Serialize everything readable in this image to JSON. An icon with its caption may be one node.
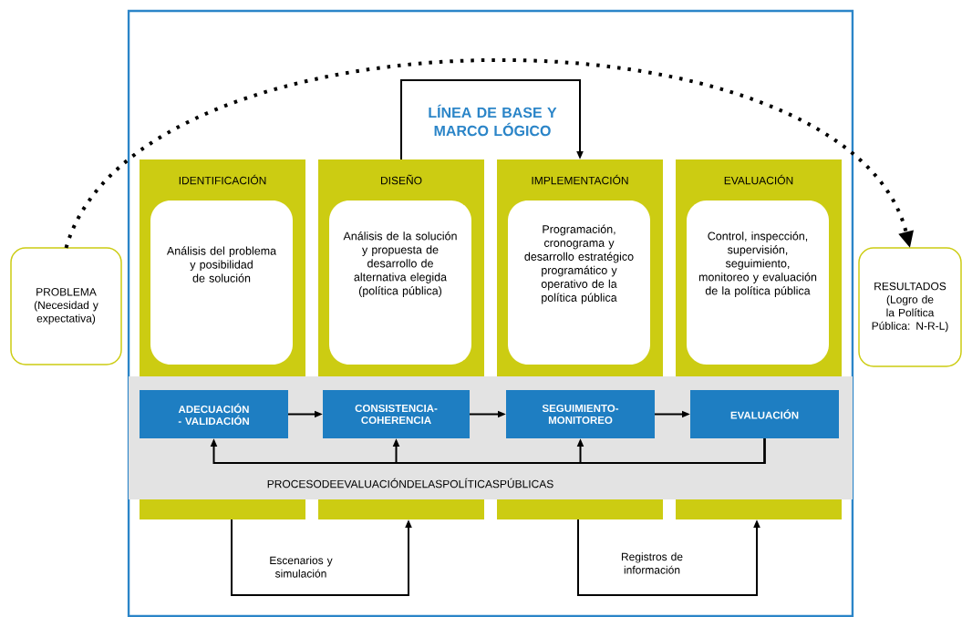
{
  "diagram": {
    "nodes": [
      {
        "text": [
          "PROBLEMA (Necesidad y expectativa)"
        ]
      },
      {
        "text": [],
        "shape": "box"
      },
      {
        "text": [
          "IDENTIFICACIÓN"
        ],
        "in": 1
      },
      {
        "text": [
          "Análisis del problema y posibilidad de solución"
        ],
        "in": 2
      },
      {
        "text": [
          "DISEÑO"
        ],
        "in": 1
      },
      {
        "text": [
          "Análisis de la solución y propuesta de desarrollo de alternativa elegida (política pública)"
        ],
        "in": 4
      },
      {
        "text": [
          "IMPLEMENTACIÓN"
        ],
        "in": 1
      },
      {
        "text": [
          "Programación, cronograma y desarrollo estratégico programático y operativo de la política pública"
        ],
        "in": 6
      },
      {
        "text": [
          "EVALUACIÓN"
        ],
        "in": 1
      },
      {
        "text": [
          "Control, inspección, supervisión, seguimiento, monitoreo y evaluación de la política pública"
        ],
        "in": 8
      },
      {
        "text": [
          "PROCESODEEVALUACIÓNDELASPOLÍTICASPÚBLICAS"
        ],
        "in": 1
      },
      {
        "text": [
          "ADECUACIÓN - VALIDACIÓN"
        ],
        "in": 10
      },
      {
        "text": [
          "CONSISTENCIA- COHERENCIA"
        ],
        "in": 10
      },
      {
        "text": [
          "SEGUIMIENTO- MONITOREO"
        ],
        "in": 10
      },
      {
        "text": [
          "EVALUACIÓN"
        ],
        "in": 10
      },
      {
        "text": [
          "RESULTADOS (Logro de la Política Pública: N-R-L)"
        ]
      },
      {
        "text": [],
        "shape": "bar",
        "in": 1
      },
      {
        "text": [],
        "shape": "bar",
        "in": 1
      },
      {
        "text": [],
        "shape": "bar",
        "in": 1
      },
      {
        "text": [],
        "shape": "bar",
        "in": 1
      }
    ],
    "edges": [
      {
        "from": 0,
        "to": 15,
        "arrow": "to",
        "style": "dashed"
      },
      {
        "from": 4,
        "to": 6,
        "arrow": "to",
        "label": "LÍNEA DE BASE Y MARCO LÓGICO"
      },
      {
        "from": 11,
        "to": 12,
        "arrow": "to"
      },
      {
        "from": 12,
        "to": 13,
        "arrow": "to"
      },
      {
        "from": 13,
        "to": 14,
        "arrow": "to"
      },
      {
        "from": 14,
        "to": 11,
        "arrow": "to"
      },
      {
        "from": 14,
        "to": 12,
        "arrow": "to"
      },
      {
        "from": 14,
        "to": 13,
        "arrow": "to"
      },
      {
        "from": 16,
        "to": 17,
        "arrow": "to",
        "label": "Escenarios y simulación"
      },
      {
        "from": 18,
        "to": 19,
        "arrow": "to",
        "label": "Registros de información"
      }
    ]
  }
}
